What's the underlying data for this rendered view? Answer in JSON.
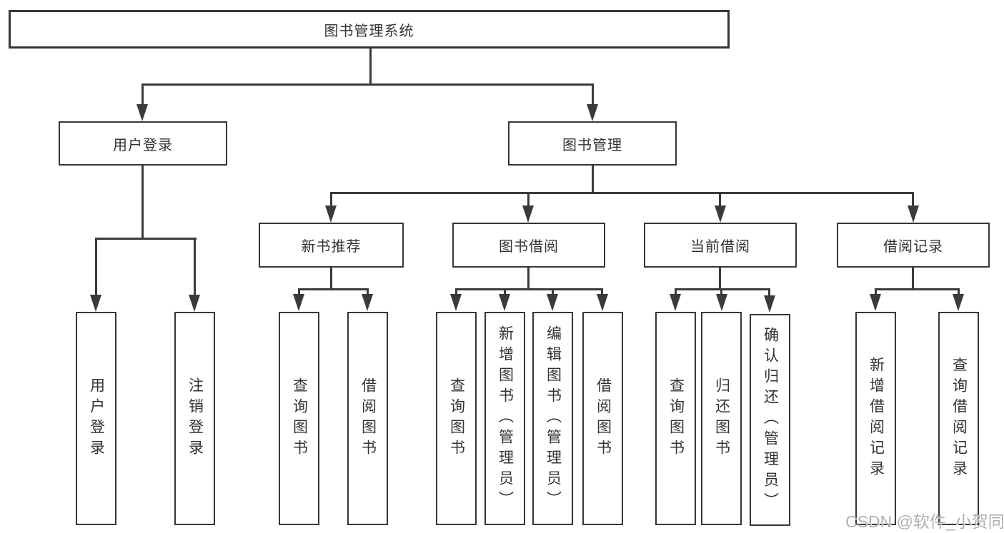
{
  "diagram": {
    "root": "图书管理系统",
    "branches": [
      {
        "label": "用户登录",
        "children": [
          "用户登录",
          "注销登录"
        ]
      },
      {
        "label": "图书管理",
        "children": [
          {
            "label": "新书推荐",
            "children": [
              "查询图书",
              "借阅图书"
            ]
          },
          {
            "label": "图书借阅",
            "children": [
              "查询图书",
              "新增图书（管理员）",
              "编辑图书（管理员）",
              "借阅图书"
            ]
          },
          {
            "label": "当前借阅",
            "children": [
              "查询图书",
              "归还图书",
              "确认归还（管理员）"
            ]
          },
          {
            "label": "借阅记录",
            "children": [
              "新增借阅记录",
              "查询借阅记录"
            ]
          }
        ]
      }
    ]
  },
  "watermark": "CSDN @软件_小贺同学",
  "colors": {
    "line": "#3a3a3a",
    "box_border": "#363636",
    "text": "#333333",
    "watermark": "#b0b0b0",
    "background": "#ffffff"
  }
}
